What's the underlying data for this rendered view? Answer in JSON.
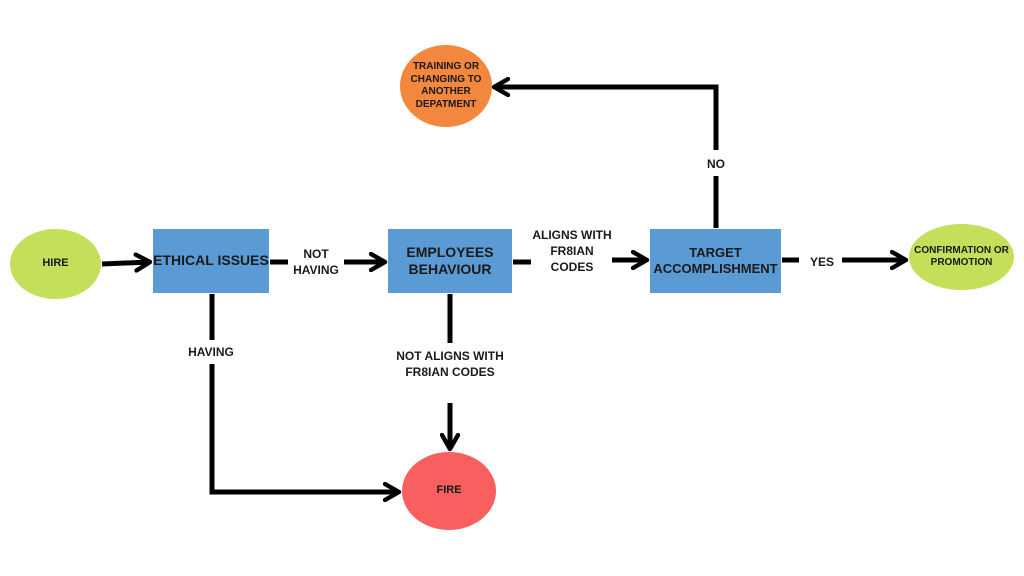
{
  "nodes": {
    "hire": "HIRE",
    "ethical_issues": "ETHICAL ISSUES",
    "employees_behaviour": "EMPLOYEES BEHAVIOUR",
    "target_accomplishment": "TARGET ACCOMPLISHMENT",
    "confirmation": "CONFIRMATION OR PROMOTION",
    "training": "TRAINING OR CHANGING TO ANOTHER DEPATMENT",
    "fire": "FIRE"
  },
  "edges": {
    "not_having": "NOT HAVING",
    "aligns": "ALIGNS WITH FR8IAN CODES",
    "yes": "YES",
    "no": "NO",
    "having": "HAVING",
    "not_aligns": "NOT ALIGNS WITH FR8IAN CODES"
  },
  "colors": {
    "start_end_node": "#c4e05a",
    "process_node": "#5b9bd5",
    "training_node": "#f4873e",
    "fire_node": "#f85f5f",
    "connector": "#000000"
  }
}
